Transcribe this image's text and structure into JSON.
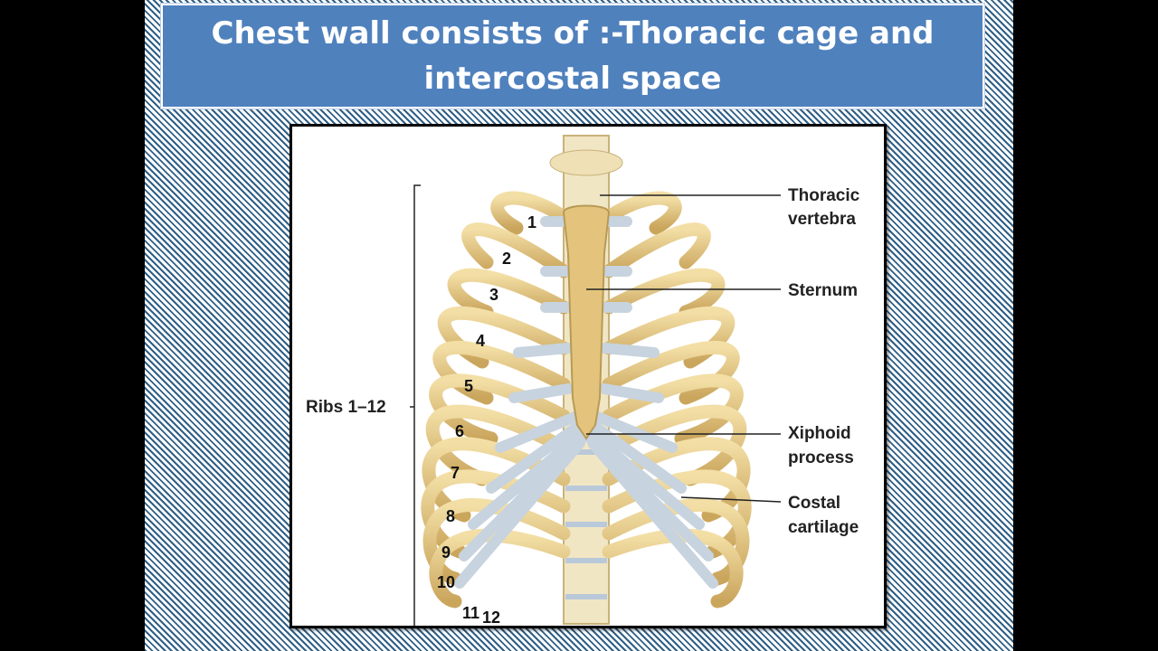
{
  "slide": {
    "title_line1": "Chest wall consists of :-Thoracic cage and",
    "title_line2": "intercostal space"
  },
  "figure": {
    "labels": {
      "thoracic_line1": "Thoracic",
      "thoracic_line2": "vertebra",
      "sternum": "Sternum",
      "xiphoid_line1": "Xiphoid",
      "xiphoid_line2": "process",
      "costal_line1": "Costal",
      "costal_line2": "cartilage",
      "ribs": "Ribs 1–12"
    },
    "rib_numbers": [
      "1",
      "2",
      "3",
      "4",
      "5",
      "6",
      "7",
      "8",
      "9",
      "10",
      "11",
      "12"
    ]
  }
}
